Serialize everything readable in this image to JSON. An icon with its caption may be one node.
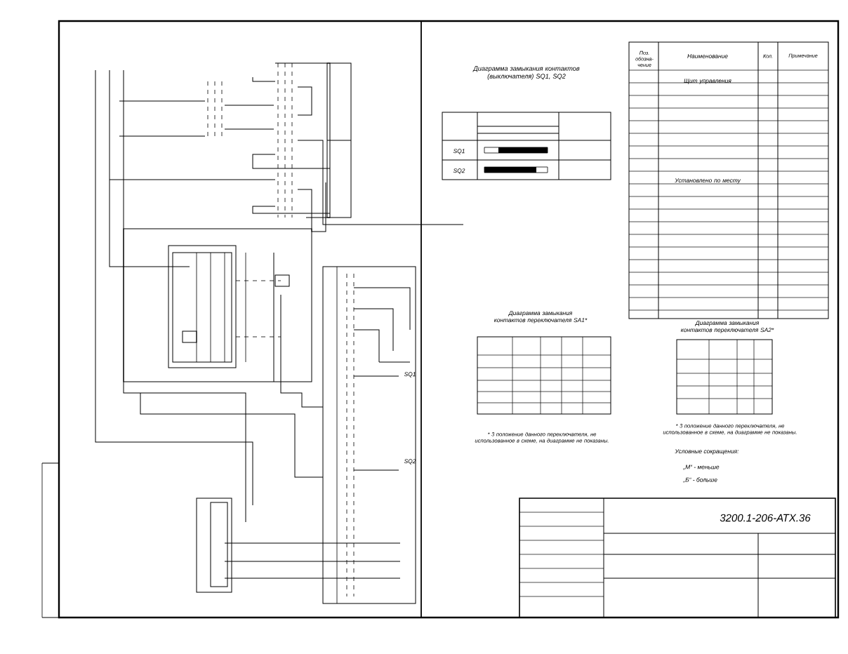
{
  "diagram": {
    "labels": [
      "Диаграмма замыкания контактов (выключателя) SQ1, SQ2",
      "SQ1",
      "SQ2",
      "Поз. обозна-чение",
      "Наименование",
      "Кол.",
      "Примечание",
      "Щит управления",
      "Установлено по месту",
      "Диаграмма замыкания контактов переключателя SA1*",
      "Диаграмма замыкания контактов переключателя SA2*",
      "* 3 положение данного переключателя, не использованное в схеме, на диаграмме не показаны.",
      "* 3 положение данного переключателя, не использованное в схеме, на диаграмме не показаны.",
      "Условные сокращения:",
      "„М“ - меньше",
      "„Б“ - больше",
      "3200.1-206-АТХ.36",
      "SQ1",
      "SQ2"
    ]
  }
}
